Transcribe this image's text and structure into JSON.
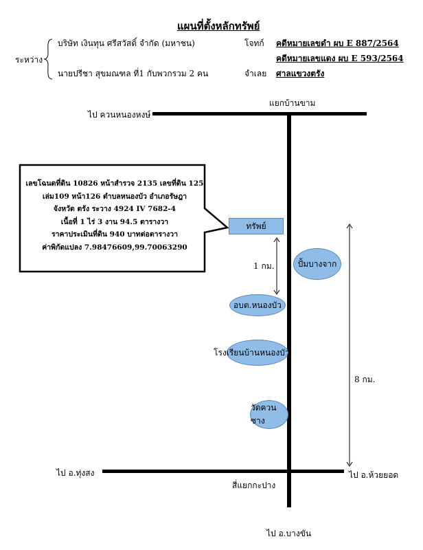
{
  "title": "แผนที่ตั้งหลักทรัพย์",
  "header": {
    "between_label": "ระหว่าง",
    "plaintiff": "บริษัท เงินทุน ศรีสวัสดิ์ จำกัด (มหาชน)",
    "plaintiff_role": "โจทก์",
    "defendant": "นายปรีชา สุขมณฑล ที่1 กับพวกรวม 2 คน",
    "defendant_role": "จำเลย",
    "case_black": "คดีหมายเลขดำ ผบ E 887/2564",
    "case_red": "คดีหมายเลขแดง ผบ E 593/2564",
    "court": "ศาลแขวงตรัง"
  },
  "map": {
    "junction_top": "แยกบ้านขาม",
    "to_top_left": "ไป ควนหนองหงษ์",
    "to_bottom_left": "ไป อ.ทุ่งสง",
    "to_bottom_right": "ไป อ.ห้วยยอด",
    "junction_bottom": "สี่แยกกะปาง",
    "to_bottom": "ไป อ.บางขัน",
    "asset_label": "ทรัพย์",
    "dist_1": "1 กม.",
    "dist_8": "8 กม.",
    "landmarks": {
      "gas_station": "ปั้มบางจาก",
      "tao": "อบต.หนองบัว",
      "school": "โรงเรียนบ้านหนองบัว",
      "temple": "วัดควนซาง"
    }
  },
  "info_box": {
    "lines": [
      "เลขโฉนดที่ดิน 10826 หน้าสำรวจ 2135 เลขที่ดิน 125",
      "เล่ม109 หน้า126  ตำบลหนองบัว  อำเภอรัษฎา",
      "จังหวัด ตรัง  ระวาง 4924  IV 7682-4",
      "เนื้อที่ 1 ไร่ 3 งาน 94.5 ตารางวา",
      "ราคาประเมินที่ดิน 940 บาทต่อตารางวา",
      "ค่าพิกัดแปลง 7.98476609,99.70063290"
    ]
  }
}
